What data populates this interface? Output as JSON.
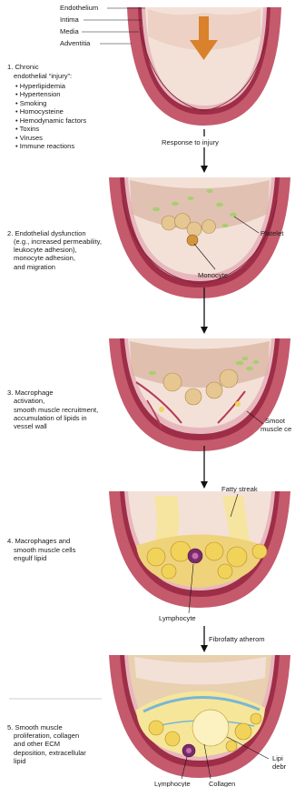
{
  "colors": {
    "adventitia": "#c55a6c",
    "media": "#9e2e48",
    "intima": "#e8b7bd",
    "lumen": "#f3e1d8",
    "lumen_dark": "#d9b3a2",
    "foam_cell": "#f2d35a",
    "platelet": "#a7cf6e",
    "monocyte": "#e6c792",
    "lymphocyte": "#7a2a6a",
    "injury_arrow": "#d9822b",
    "collagen": "#7ab6d6"
  },
  "layer_labels": {
    "endothelium": "Endothelium",
    "intima": "Intima",
    "media": "Media",
    "adventitia": "Adventitia"
  },
  "stage1": {
    "title_lines": [
      "1. Chronic",
      "endothelial “injury”:"
    ],
    "bullets": [
      "Hyperlipidemia",
      "Hypertension",
      "Smoking",
      "Homocysteine",
      "Hemodynamic factors",
      "Toxins",
      "Viruses",
      "Immune reactions"
    ],
    "transition": "Response to injury"
  },
  "stage2": {
    "lines": [
      "2. Endothelial dysfunction",
      "(e.g., increased permeability,",
      "leukocyte adhesion),",
      "monocyte adhesion,",
      "and migration"
    ],
    "platelet_label": "Platelet",
    "monocyte_label": "Monocyte"
  },
  "stage3": {
    "lines": [
      "3. Macrophage",
      "activation,",
      "smooth muscle recruitment,",
      "accumulation of lipids in",
      "vessel wall"
    ],
    "smooth_muscle_label": [
      "Smoot",
      "muscle ce"
    ]
  },
  "stage4": {
    "lines": [
      "4. Macrophages and",
      "smooth muscle cells",
      "engulf lipid"
    ],
    "fatty_streak_label": "Fatty streak",
    "lymphocyte_label": "Lymphocyte"
  },
  "stage5": {
    "lines": [
      "5. Smooth muscle",
      "proliferation, collagen",
      "and other ECM",
      "deposition, extracellular",
      "lipid"
    ],
    "fibrofatty_label": "Fibrofatty atherom",
    "lipid_debris_label": [
      "Lipi",
      "debr"
    ],
    "lymphocyte_label": "Lymphocyte",
    "collagen_label": "Collagen"
  }
}
